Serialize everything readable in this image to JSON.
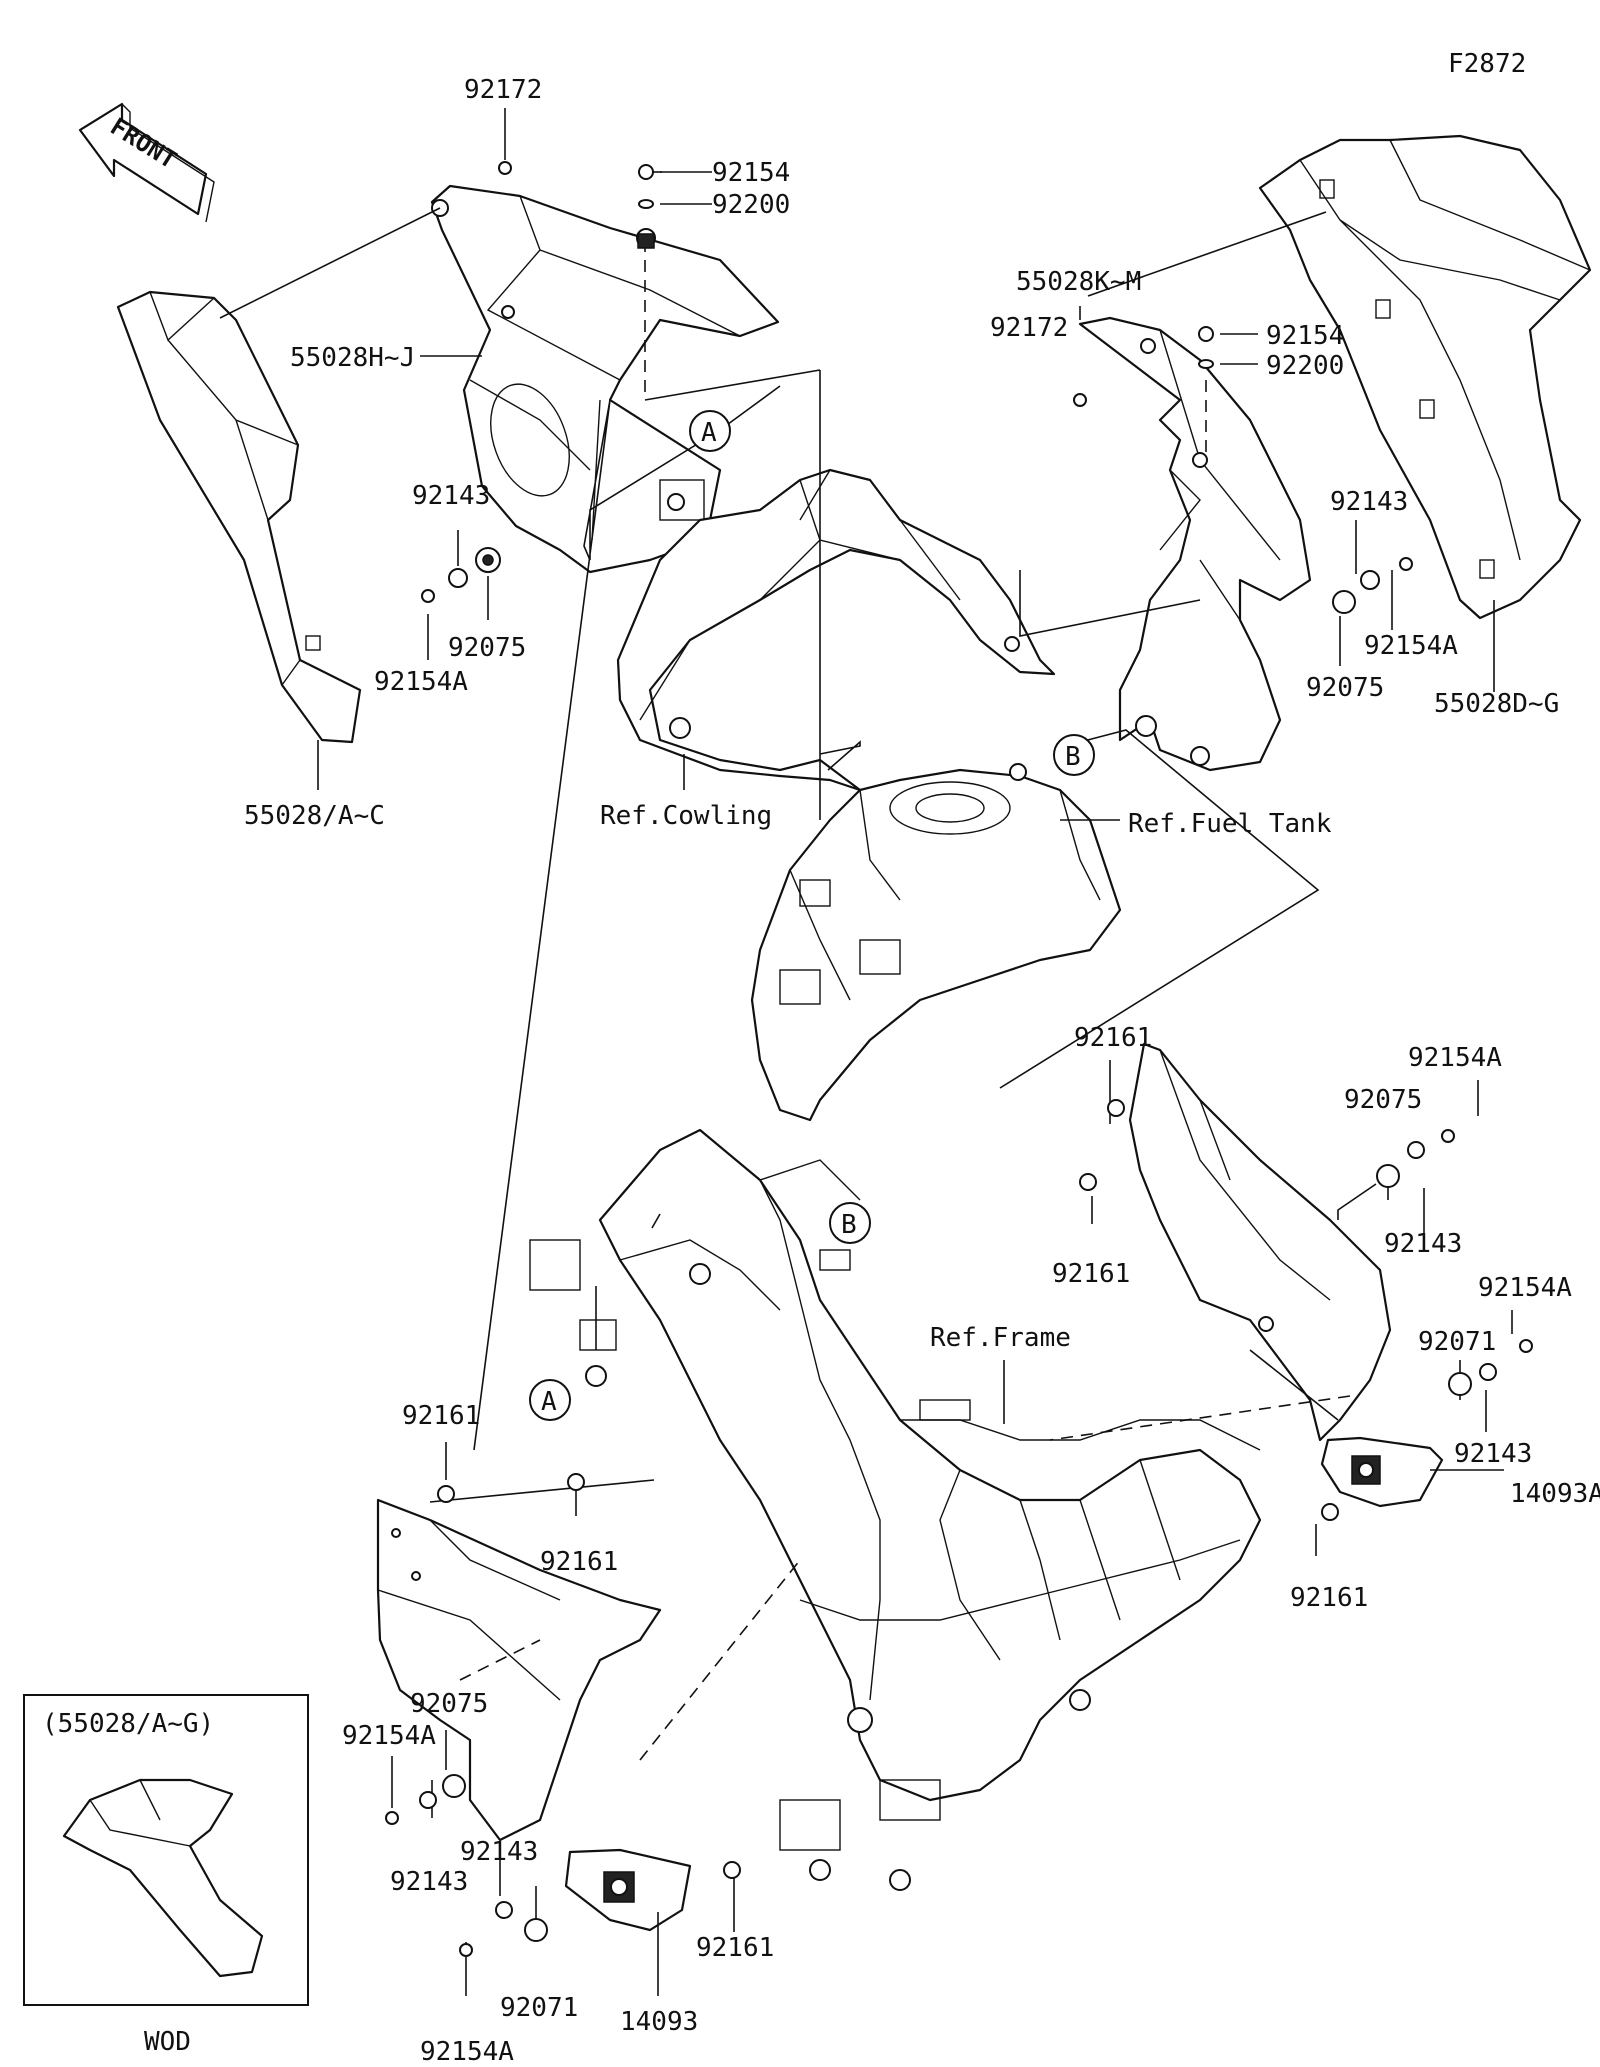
{
  "figure_code": "F2872",
  "front_arrow_text": "FRONT",
  "callout_a": "A",
  "callout_b": "B",
  "refs": {
    "cowling": "Ref.Cowling",
    "fuel_tank": "Ref.Fuel Tank",
    "frame": "Ref.Frame"
  },
  "inset": {
    "title": "(55028/A~G)",
    "caption": "WOD"
  },
  "part_numbers": {
    "p92172_left": "92172",
    "p92154_top": "92154",
    "p92200_top": "92200",
    "p55028HJ": "55028H~J",
    "p92143_left": "92143",
    "p92154A_left": "92154A",
    "p92075_left": "92075",
    "p55028AC": "55028/A~C",
    "p55028KM": "55028K~M",
    "p92172_right": "92172",
    "p92154_right": "92154",
    "p92200_right": "92200",
    "p92143_right": "92143",
    "p92154A_right": "92154A",
    "p92075_right": "92075",
    "p55028DG": "55028D~G",
    "p92161_upper": "92161",
    "p92161_mid": "92161",
    "p92154A_r2": "92154A",
    "p92075_r2": "92075",
    "p92143_r2": "92143",
    "p92154A_r3": "92154A",
    "p92071_r": "92071",
    "p92143_r3": "92143",
    "p14093A": "14093A",
    "p92161_r": "92161",
    "p92161_left": "92161",
    "p92161_left2": "92161",
    "p92075_lower": "92075",
    "p92154A_lower": "92154A",
    "p92143_lower": "92143",
    "p92143_lower2": "92143",
    "p92071_lower": "92071",
    "p92154A_bottom": "92154A",
    "p14093": "14093",
    "p92161_bottom": "92161"
  }
}
